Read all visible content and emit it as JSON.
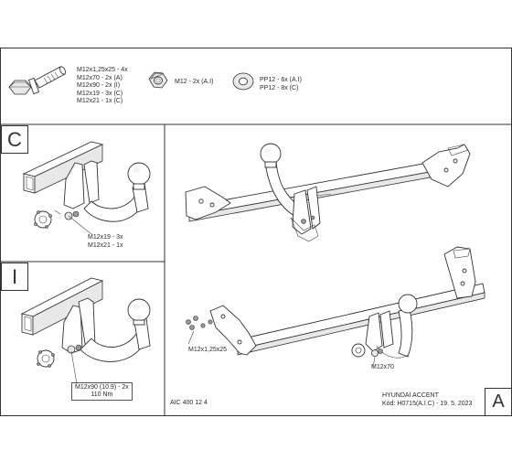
{
  "hardware": {
    "bolt_lines": [
      "M12x1,25x25 - 4x",
      "M12x70 - 2x (A)",
      "M12x90 - 2x (I)",
      "M12x19 - 3x (C)",
      "M12x21 - 1x (C)"
    ],
    "nut_label": "M12 - 2x (A.I)",
    "washer_lines": [
      "PP12 - 6x (A.I)",
      "PP12 - 8x (C)"
    ]
  },
  "panel_c": {
    "letter": "C",
    "bolt_lines": [
      "M12x19 - 3x",
      "M12x21 - 1x"
    ]
  },
  "panel_i": {
    "letter": "I",
    "bolt_lines": [
      "M12x90 (10.9) - 2x",
      "110 Nm"
    ]
  },
  "main": {
    "bolt_label_left": "M12x1,25x25",
    "bolt_label_right": "M12x70",
    "footer_code": "AIC 400 12 4",
    "car_model": "HYUNDAI ACCENT",
    "code_line": "Kód: H0715(A.I.C) - 19. 5. 2023",
    "letter": "A"
  },
  "colors": {
    "line": "#333333",
    "background": "#ffffff"
  }
}
